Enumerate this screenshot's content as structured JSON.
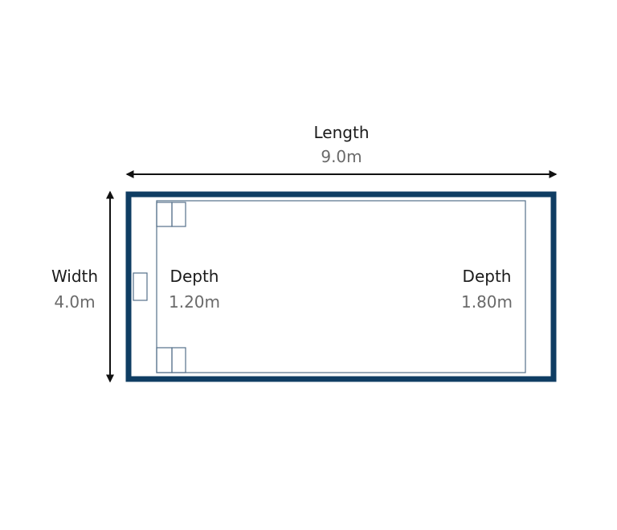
{
  "colors": {
    "pool_border": "#0f3d63",
    "thin_line": "#55708a",
    "arrow": "#111111",
    "title_text": "#1b1b1b",
    "value_text": "#6a6a6a"
  },
  "length": {
    "label": "Length",
    "value": "9.0m"
  },
  "width": {
    "label": "Width",
    "value": "4.0m"
  },
  "shallow_end": {
    "label": "Depth",
    "value": "1.20m"
  },
  "deep_end": {
    "label": "Depth",
    "value": "1.80m"
  }
}
